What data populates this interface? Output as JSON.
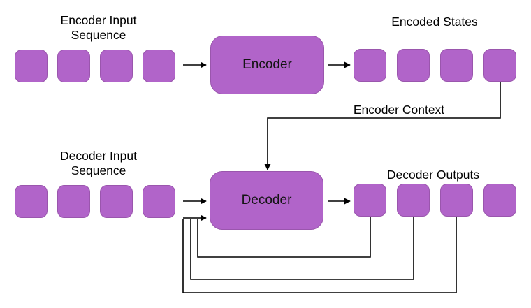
{
  "colors": {
    "background": "#ffffff",
    "block-fill": "#b164c9",
    "block-stroke": "#9a56ad",
    "line": "#000000",
    "text": "#000000"
  },
  "diagram": {
    "encoder_input_label_line1": "Encoder Input",
    "encoder_input_label_line2": "Sequence",
    "encoder_label": "Encoder",
    "encoded_states_label": "Encoded States",
    "encoder_context_label": "Encoder Context",
    "decoder_input_label_line1": "Decoder Input",
    "decoder_input_label_line2": "Sequence",
    "decoder_label": "Decoder",
    "decoder_outputs_label": "Decoder Outputs",
    "encoder_input_block_count": 4,
    "encoded_state_block_count": 4,
    "decoder_input_block_count": 4,
    "decoder_output_block_count": 4
  }
}
